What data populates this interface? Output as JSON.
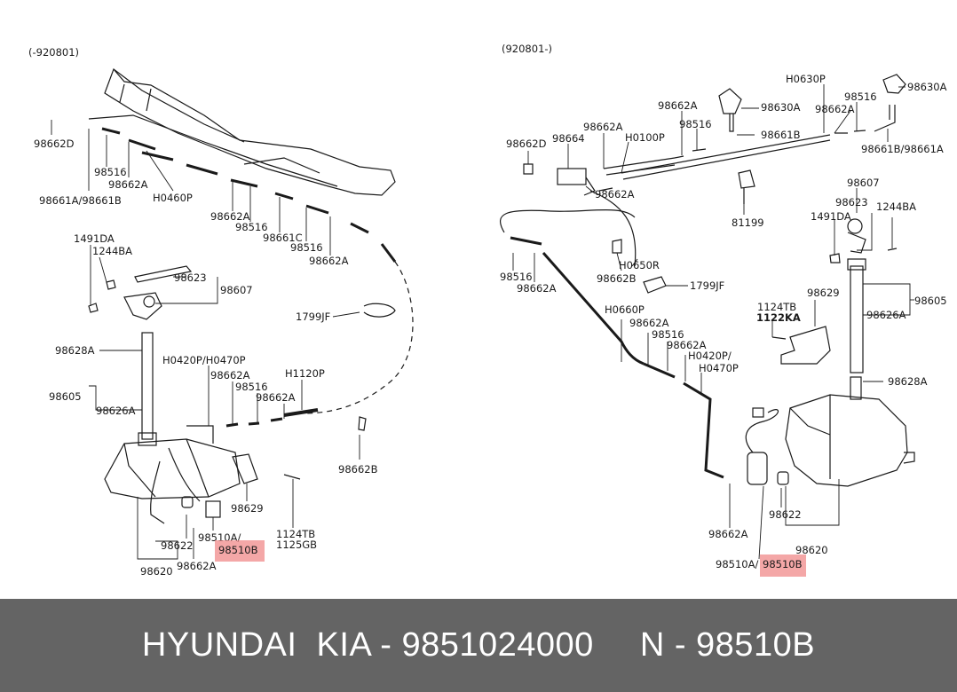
{
  "header": {
    "left_range": "(-920801)",
    "right_range": "(920801-)"
  },
  "left_labels": [
    "98662D",
    "98516",
    "98662A",
    "98661A/98661B",
    "H0460P",
    "98662A",
    "98516",
    "98661C",
    "98516",
    "98662A",
    "1491DA",
    "1244BA",
    "98623",
    "98607",
    "1799JF",
    "98628A",
    "H0420P/H0470P",
    "98662A",
    "98516",
    "98662A",
    "H1120P",
    "98605",
    "98626A",
    "98662B",
    "98629",
    "1124TB",
    "1125GB",
    "98622",
    "98510A/",
    "98510B",
    "98662A",
    "98620"
  ],
  "right_labels": [
    "H0630P",
    "98516",
    "98630A",
    "98662A",
    "98630A",
    "98662A",
    "98516",
    "98662A",
    "98664",
    "H0100P",
    "98661B",
    "98661B/98661A",
    "98662D",
    "98662A",
    "98607",
    "98623",
    "1491DA",
    "1244BA",
    "81199",
    "98516",
    "98662A",
    "H0650R",
    "98662B",
    "1799JF",
    "98629",
    "1124TB",
    "1122KA",
    "98605",
    "98626A",
    "H0660P",
    "98662A",
    "98516",
    "98662A",
    "H0420P/",
    "H0470P",
    "98628A",
    "98622",
    "98662A",
    "98620",
    "98510A/",
    "98510B"
  ],
  "highlight": {
    "part": "98510B",
    "color": "#f08a8a"
  },
  "footer": {
    "brand": "HYUNDAI  KIA - 9851024000",
    "part_ref": "N - 98510B",
    "background": "#646464"
  }
}
